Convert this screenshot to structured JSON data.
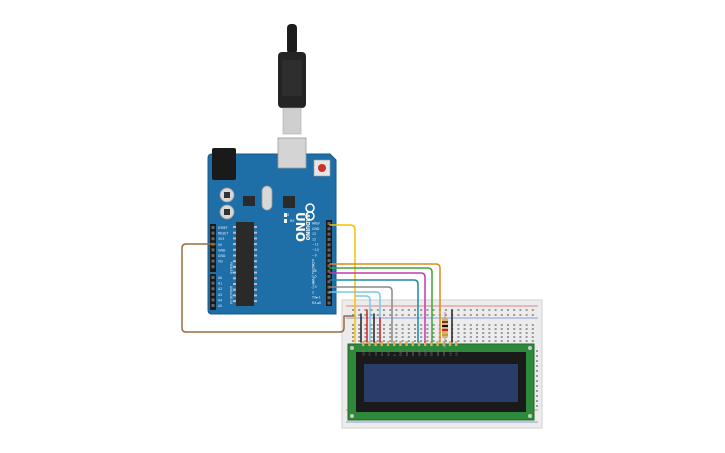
{
  "board": {
    "model": "UNO",
    "brand": "ARDUINO",
    "power_header_label": "POWER",
    "analog_header_label": "ANALOG IN",
    "digital_header_label": "DIGITAL (PWM~)",
    "power_pins": [
      "IOREF",
      "RESET",
      "3V3",
      "5V",
      "GND",
      "GND",
      "Vin"
    ],
    "analog_pins": [
      "A0",
      "A1",
      "A2",
      "A3",
      "A4",
      "A5"
    ],
    "digital_pins": [
      "AREF",
      "GND",
      "13",
      "12",
      "~11",
      "~10",
      "~9",
      "8",
      "7",
      "~6",
      "~5",
      "4",
      "~3",
      "2",
      "TX►1",
      "RX◄0"
    ],
    "led_labels": [
      "TX",
      "RX"
    ]
  },
  "lcd": {
    "pins": [
      "GND",
      "VCC",
      "V0",
      "RS",
      "RW",
      "E",
      "DB0",
      "DB1",
      "DB2",
      "DB3",
      "DB4",
      "DB5",
      "DB6",
      "DB7",
      "LED",
      "LED"
    ]
  },
  "wire_colors": {
    "brown": "#9a6a3a",
    "yellow": "#f2c200",
    "orange": "#e08a1a",
    "green": "#3aa53a",
    "magenta": "#c03ab0",
    "teal": "#1a8aa0",
    "lightblue": "#7ac8e8",
    "gray": "#8a8a8a",
    "red": "#d42020",
    "black": "#222222"
  }
}
